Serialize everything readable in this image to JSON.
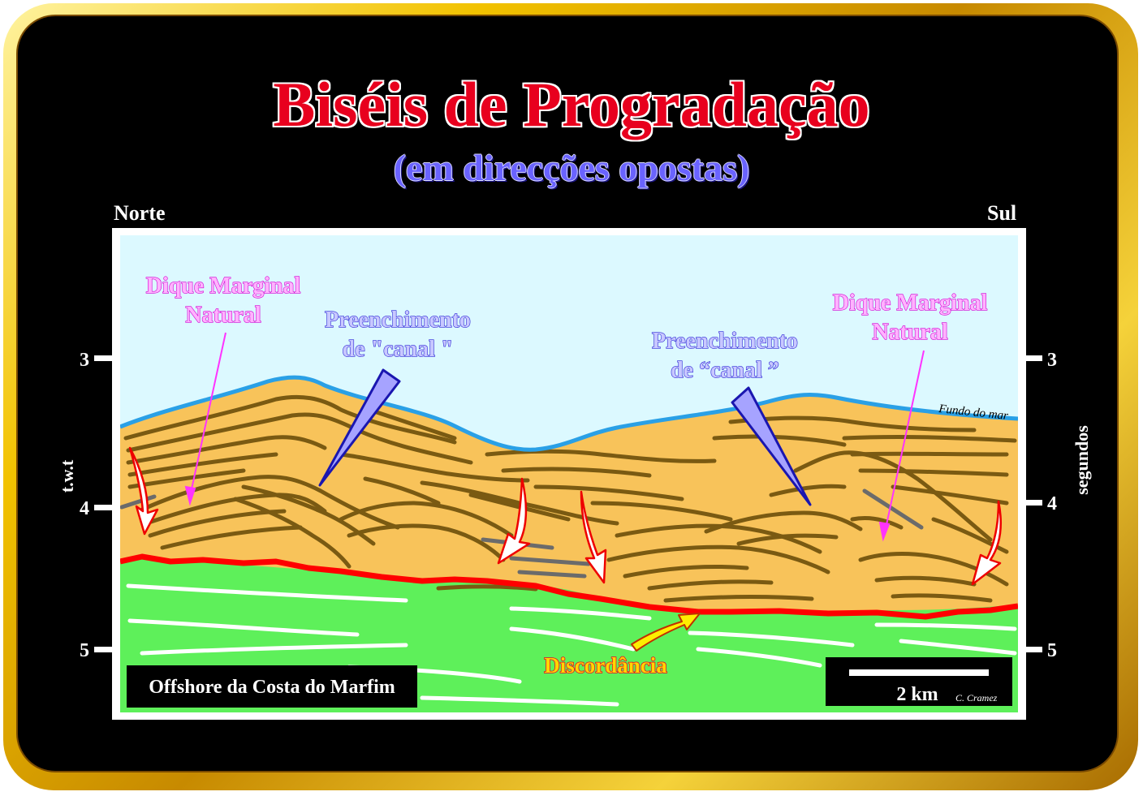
{
  "title": "Biséis de Progradação",
  "subtitle": "(em direcções opostas)",
  "direction_left": "Norte",
  "direction_right": "Sul",
  "left_axis": {
    "title": "t.w.t",
    "ticks": [
      "3",
      "4",
      "5"
    ]
  },
  "right_axis": {
    "title": "segundos",
    "ticks": [
      "3",
      "4",
      "5"
    ]
  },
  "labels": {
    "levee_left_line1": "Dique Marginal",
    "levee_left_line2": "Natural",
    "channel_left_line1": "Preenchimento",
    "channel_left_line2": "de \"canal \"",
    "channel_right_line1": "Preenchimento",
    "channel_right_line2": "de “canal ”",
    "levee_right_line1": "Dique Marginal",
    "levee_right_line2": "Natural",
    "seafloor": "Fundo do mar",
    "unconformity": "Discordância",
    "location": "Offshore da Costa do Marfim",
    "scale": "2 km",
    "credit": "C. Cramez"
  },
  "colors": {
    "title": "#e8001e",
    "subtitle": "#6a63ff",
    "water": "#dcf9ff",
    "sediment": "#f8c35a",
    "reflector": "#7a5a12",
    "basement": "#5ef05a",
    "unconformity": "#ff0000",
    "seafloor": "#2aa0e6"
  }
}
